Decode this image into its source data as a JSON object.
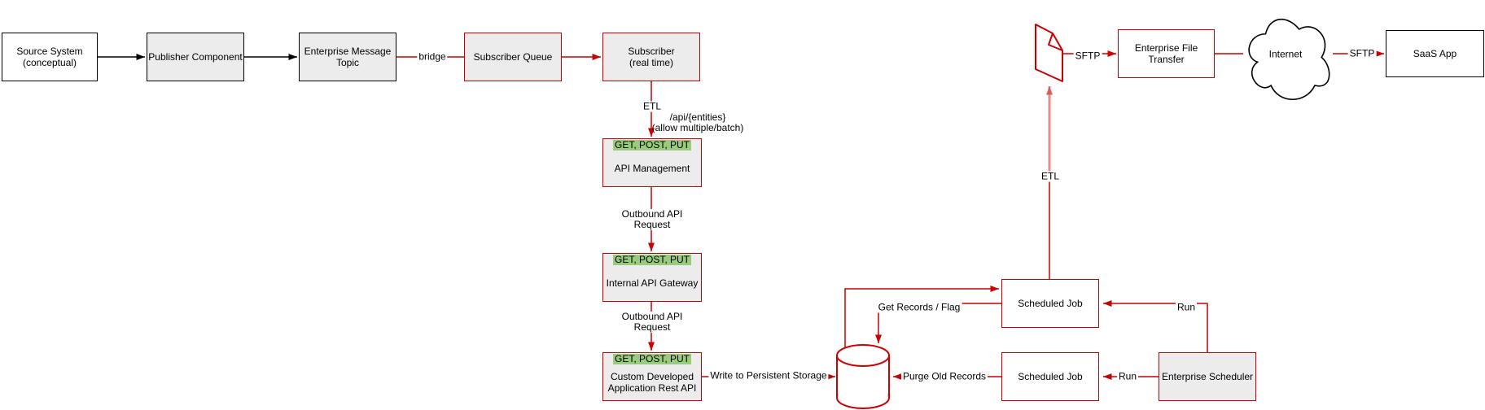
{
  "diagram": {
    "title": "",
    "nodes": {
      "source_system": {
        "label": "Source System\n(conceptual)"
      },
      "publisher_component": {
        "label": "Publisher Component"
      },
      "enterprise_message_topic": {
        "label": "Enterprise Message\nTopic"
      },
      "subscriber_queue": {
        "label": "Subscriber Queue"
      },
      "subscriber": {
        "label": "Subscriber\n(real time)"
      },
      "api_management": {
        "methods": "GET, POST, PUT",
        "label": "API Management"
      },
      "internal_api_gateway": {
        "methods": "GET, POST, PUT",
        "label": "Internal API Gateway"
      },
      "custom_api": {
        "methods": "GET, POST, PUT",
        "label": "Custom Developed\nApplication Rest API"
      },
      "scheduled_job_top": {
        "label": "Scheduled Job"
      },
      "scheduled_job_bottom": {
        "label": "Scheduled Job"
      },
      "enterprise_scheduler": {
        "label": "Enterprise Scheduler"
      },
      "enterprise_file_transfer": {
        "label": "Enterprise File\nTransfer"
      },
      "internet": {
        "label": "Internet"
      },
      "saas_app": {
        "label": "SaaS App"
      }
    },
    "edge_labels": {
      "bridge": "bridge",
      "etl_down": "ETL",
      "api_note": "/api/{entities}\n(allow multiple/batch)",
      "outbound_1": "Outbound API\nRequest",
      "outbound_2": "Outbound API\nRequest",
      "write_storage": "Write to Persistent Storage",
      "get_records": "Get Records / Flag",
      "purge": "Purge Old Records",
      "run_top": "Run",
      "run_bottom": "Run",
      "etl_up": "ETL",
      "sftp_left": "SFTP",
      "sftp_right": "SFTP"
    },
    "icons": {
      "storage": "database-cylinder-icon",
      "file": "document-file-icon",
      "cloud": "internet-cloud-icon"
    },
    "colors": {
      "edge_red": "#cc0000",
      "edge_black": "#000000",
      "box_gray": "#ececec",
      "method_green": "#99cc7a",
      "highlight_pink": "#e88c8c",
      "background": "#ffffff"
    }
  }
}
